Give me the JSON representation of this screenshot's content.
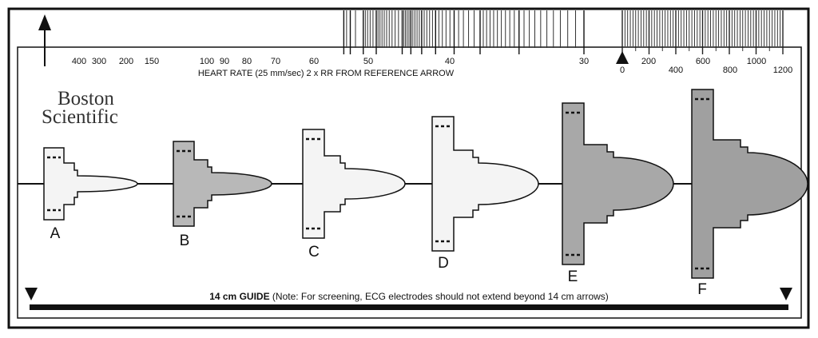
{
  "hr_scale": {
    "labels": [
      "400",
      "300",
      "200",
      "150",
      "100",
      "90",
      "80",
      "70",
      "60",
      "50",
      "40",
      "30"
    ],
    "caption": "HEART RATE (25 mm/sec) 2 x RR FROM REFERENCE ARROW"
  },
  "distance_scale": {
    "labels": [
      "0",
      "200",
      "400",
      "600",
      "800",
      "1000",
      "1200"
    ]
  },
  "logo": {
    "line1": "Boston",
    "line2": "Scientific"
  },
  "templates": [
    {
      "letter": "A",
      "fill": "#f4f4f4"
    },
    {
      "letter": "B",
      "fill": "#b8b8b8"
    },
    {
      "letter": "C",
      "fill": "#f4f4f4"
    },
    {
      "letter": "D",
      "fill": "#f4f4f4"
    },
    {
      "letter": "E",
      "fill": "#a8a8a8"
    },
    {
      "letter": "F",
      "fill": "#a0a0a0"
    }
  ],
  "guide": {
    "bold": "14 cm GUIDE",
    "note": " (Note:  For screening, ECG electrodes should not extend beyond 14 cm arrows)"
  }
}
